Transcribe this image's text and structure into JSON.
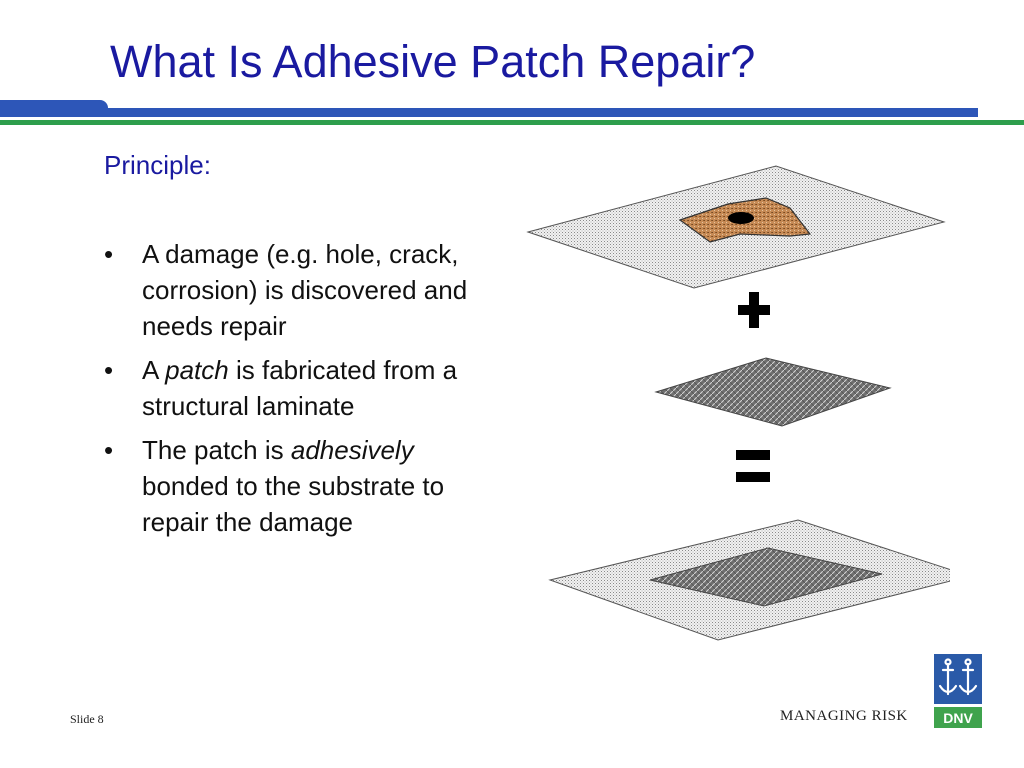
{
  "slide": {
    "title": "What Is Adhesive Patch Repair?",
    "subtitle": "Principle:",
    "bullet_char": "•",
    "bullets": [
      {
        "text": "A damage (e.g. hole, crack, corrosion) is discovered and needs repair"
      },
      {
        "prefix": "A ",
        "emphasis": "patch",
        "suffix": " is fabricated from a structural laminate"
      },
      {
        "prefix": "The patch is ",
        "emphasis": "adhesively",
        "suffix": " bonded to the substrate to repair the damage"
      }
    ]
  },
  "diagram": {
    "icons": [
      "damaged-plate-icon",
      "plus-icon",
      "patch-icon",
      "equals-icon",
      "repaired-plate-icon"
    ],
    "colors": {
      "plate": "#e6e6e6",
      "damage": "#c68a55",
      "patch": "#8a8a8a",
      "operator": "#000000"
    }
  },
  "footer": {
    "slide_label": "Slide 8",
    "tagline": "MANAGING RISK",
    "logo_text": "DNV",
    "colors": {
      "logo_blue": "#2a5aa8",
      "logo_green": "#3fa34d"
    }
  },
  "theme": {
    "title_color": "#1a1aa0",
    "rule_blue": "#2d56b8",
    "rule_green": "#2e9e4c"
  }
}
